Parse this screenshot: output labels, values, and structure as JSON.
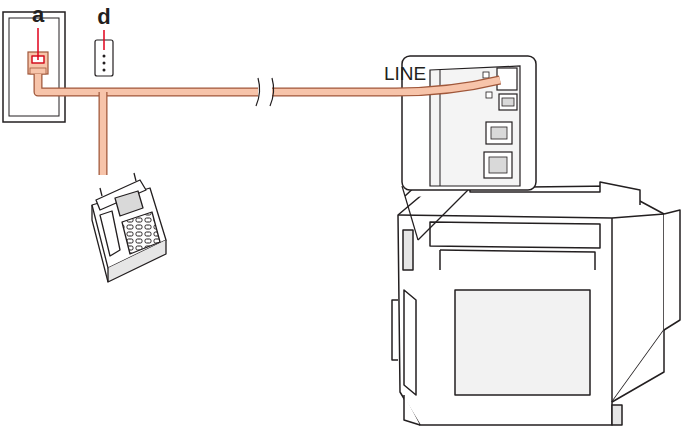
{
  "diagram": {
    "labels": [
      "a",
      "d",
      "LINE"
    ]
  }
}
